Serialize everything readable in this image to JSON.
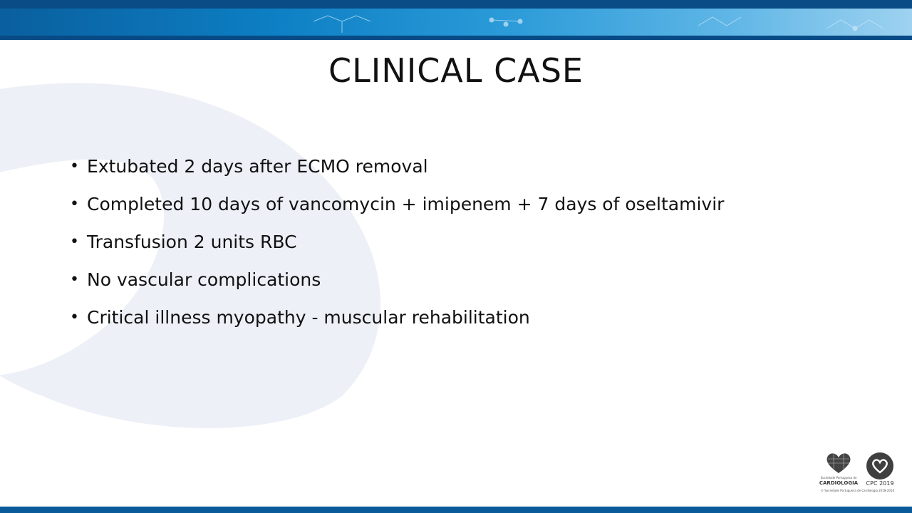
{
  "slide": {
    "title": "CLINICAL CASE",
    "bullets": [
      {
        "text": "Extubated 2 days after ECMO removal"
      },
      {
        "text": "Completed 10 days of vancomycin + imipenem + 7 days of oseltamivir"
      },
      {
        "text": "Transfusion 2 units RBC"
      },
      {
        "text": "No vascular complications"
      },
      {
        "text": "Critical illness myopathy - muscular rehabilitation"
      }
    ],
    "bullet_symbol": "•"
  },
  "logos": {
    "spc_small": "Sociedade Portuguesa de",
    "spc_name": "CARDIOLOGIA",
    "spc_footer": "© Sociedade Portuguesa de Cardiologia 2018-2016",
    "cpc_label": "CPC 2019"
  },
  "colors": {
    "banner_dark": "#0a4d86",
    "banner_light": "#5fb6e6",
    "text": "#111111",
    "watermark": "#eef1f8"
  }
}
